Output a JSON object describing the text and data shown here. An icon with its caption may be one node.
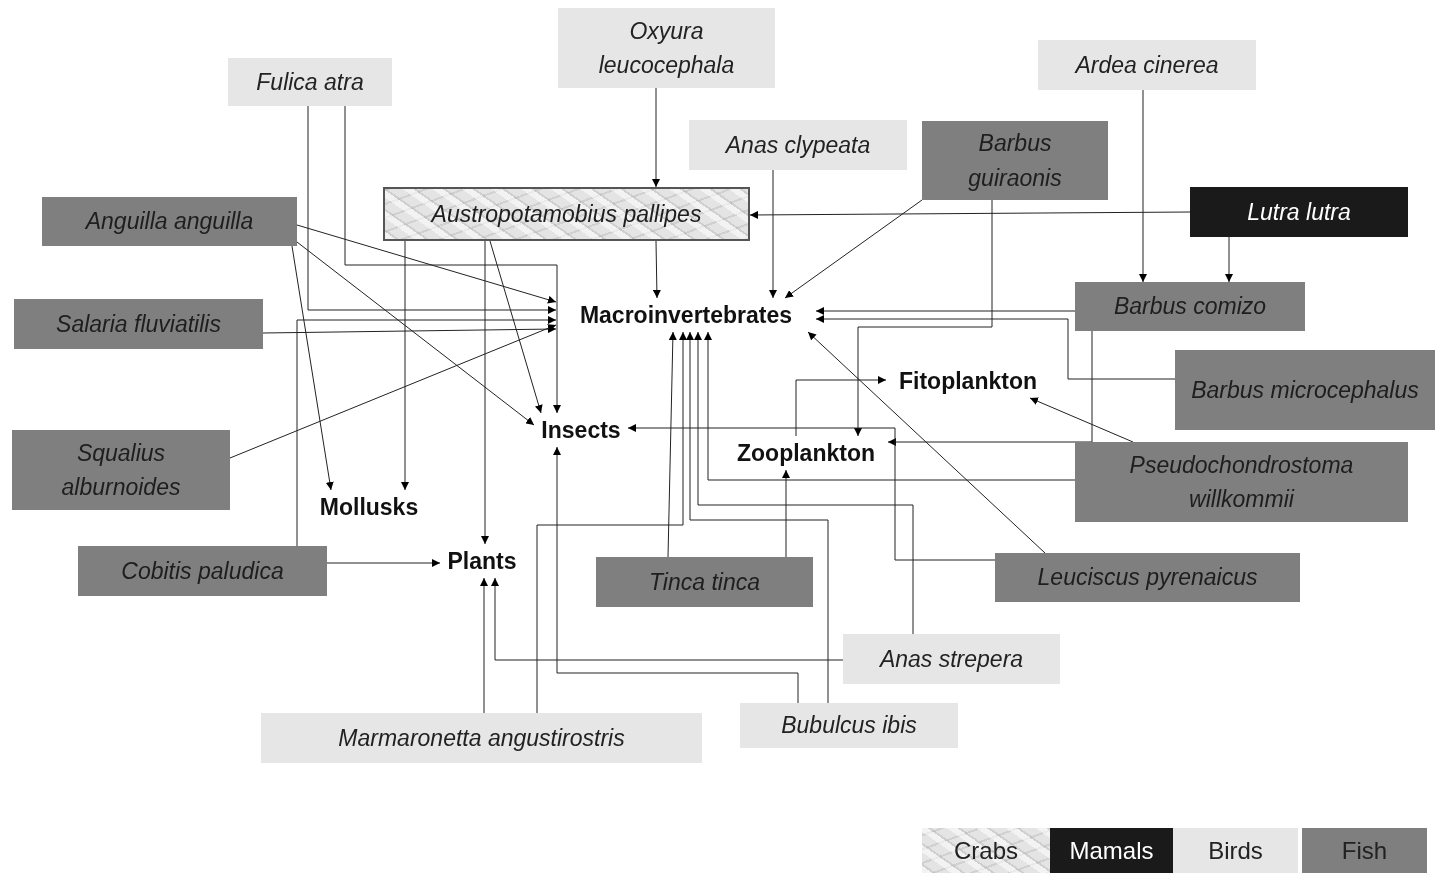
{
  "diagram": {
    "nodes": [
      {
        "text": [
          "Oxyura leucocephala"
        ]
      },
      {
        "text": [
          "Fulica atra"
        ]
      },
      {
        "text": [
          "Ardea cinerea"
        ]
      },
      {
        "text": [
          "Anas clypeata"
        ]
      },
      {
        "text": [
          "Barbus guiraonis"
        ]
      },
      {
        "text": [
          "Anguilla anguilla"
        ]
      },
      {
        "text": [
          "Austropotamobius pallipes"
        ]
      },
      {
        "text": [
          "Lutra lutra"
        ]
      },
      {
        "text": [
          "Salaria fluviatilis"
        ]
      },
      {
        "text": [
          "Macroinvertebrates"
        ]
      },
      {
        "text": [
          "Barbus comizo"
        ]
      },
      {
        "text": [
          "Barbus microcephalus"
        ]
      },
      {
        "text": [
          "Fitoplankton"
        ]
      },
      {
        "text": [
          "Insects"
        ]
      },
      {
        "text": [
          "Zooplankton"
        ]
      },
      {
        "text": [
          "Squalius alburnoides"
        ]
      },
      {
        "text": [
          "Pseudochondrostoma willkommii"
        ]
      },
      {
        "text": [
          "Mollusks"
        ]
      },
      {
        "text": [
          "Cobitis paludica"
        ]
      },
      {
        "text": [
          "Plants"
        ]
      },
      {
        "text": [
          "Tinca tinca"
        ]
      },
      {
        "text": [
          "Leuciscus pyrenaicus"
        ]
      },
      {
        "text": [
          "Anas strepera"
        ]
      },
      {
        "text": [
          "Marmaronetta angustirostris"
        ]
      },
      {
        "text": [
          "Bubulcus ibis"
        ]
      }
    ],
    "edges": [
      {
        "from": 0,
        "to": 6,
        "arrow": "to"
      },
      {
        "from": 1,
        "to": 9,
        "arrow": "to"
      },
      {
        "from": 1,
        "to": 13,
        "arrow": "to"
      },
      {
        "from": 5,
        "to": 9,
        "arrow": "to"
      },
      {
        "from": 5,
        "to": 13,
        "arrow": "to"
      },
      {
        "from": 5,
        "to": 17,
        "arrow": "to"
      },
      {
        "from": 6,
        "to": 17,
        "arrow": "to"
      },
      {
        "from": 6,
        "to": 19,
        "arrow": "to"
      },
      {
        "from": 6,
        "to": 13,
        "arrow": "to"
      },
      {
        "from": 6,
        "to": 9,
        "arrow": "to"
      },
      {
        "from": 7,
        "to": 6,
        "arrow": "to"
      },
      {
        "from": 7,
        "to": 10,
        "arrow": "to"
      },
      {
        "from": 2,
        "to": 10,
        "arrow": "to"
      },
      {
        "from": 3,
        "to": 9,
        "arrow": "to"
      },
      {
        "from": 4,
        "to": 9,
        "arrow": "to"
      },
      {
        "from": 4,
        "to": 14,
        "arrow": "to"
      },
      {
        "from": 10,
        "to": 9,
        "arrow": "to"
      },
      {
        "from": 11,
        "to": 9,
        "arrow": "to"
      },
      {
        "from": 10,
        "to": 14,
        "arrow": "to"
      },
      {
        "from": 16,
        "to": 12,
        "arrow": "to"
      },
      {
        "from": 16,
        "to": 9,
        "arrow": "to"
      },
      {
        "from": 21,
        "to": 9,
        "arrow": "to"
      },
      {
        "from": 21,
        "to": 13,
        "arrow": "to"
      },
      {
        "from": 14,
        "to": 12,
        "arrow": "to"
      },
      {
        "from": 20,
        "to": 9,
        "arrow": "to"
      },
      {
        "from": 20,
        "to": 14,
        "arrow": "to"
      },
      {
        "from": 22,
        "to": 9,
        "arrow": "to"
      },
      {
        "from": 22,
        "to": 19,
        "arrow": "to"
      },
      {
        "from": 24,
        "to": 9,
        "arrow": "to"
      },
      {
        "from": 24,
        "to": 13,
        "arrow": "to"
      },
      {
        "from": 23,
        "to": 19,
        "arrow": "to"
      },
      {
        "from": 23,
        "to": 9,
        "arrow": "to"
      },
      {
        "from": 8,
        "to": 9,
        "arrow": "to"
      },
      {
        "from": 15,
        "to": 9,
        "arrow": "to"
      },
      {
        "from": 18,
        "to": 9,
        "arrow": "to"
      },
      {
        "from": 18,
        "to": 19,
        "arrow": "to"
      }
    ],
    "legend": [
      {
        "text": "Crabs"
      },
      {
        "text": "Mamals",
        "color": "#1a1a1a"
      },
      {
        "text": "Birds",
        "color": "#e6e6e6"
      },
      {
        "text": "Fish",
        "color": "#7f7f7f"
      }
    ]
  }
}
